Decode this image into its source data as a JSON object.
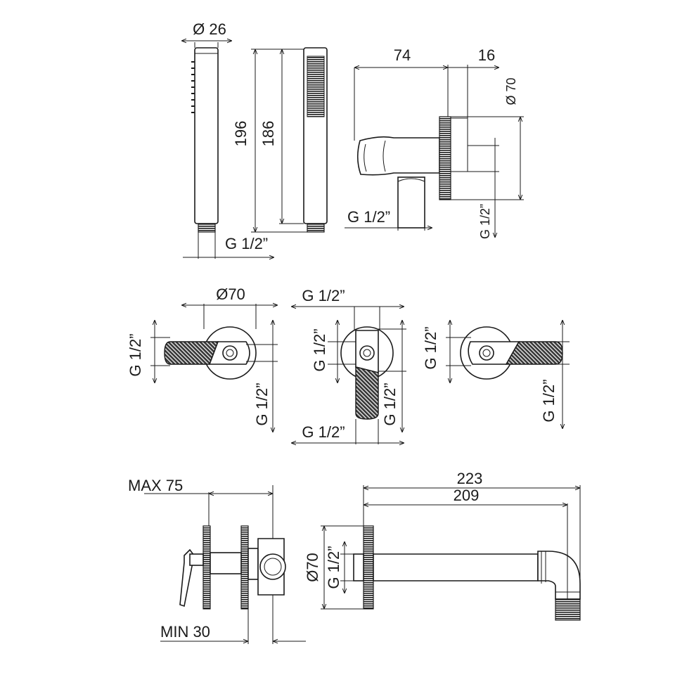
{
  "drawing": {
    "handshower": {
      "diameter": "Ø 26",
      "length_total": "196",
      "length_body": "186",
      "thread": "G 1/2”"
    },
    "holder": {
      "depth": "74",
      "flange": "16",
      "diameter": "Ø 70",
      "thread_outlet": "G 1/2”",
      "thread_wall": "G 1/2”"
    },
    "mixer_left": {
      "diameter": "Ø70",
      "thread_left": "G 1/2”",
      "thread_right": "G 1/2”"
    },
    "mixer_center": {
      "thread_top": "G 1/2”",
      "thread_left": "G 1/2”",
      "thread_bottom": "G 1/2”",
      "thread_right": "G 1/2”"
    },
    "mixer_right": {
      "thread_left": "G 1/2”",
      "thread_right": "G 1/2”"
    },
    "valve_side": {
      "max": "MAX 75",
      "min": "MIN 30"
    },
    "spout": {
      "length_total": "223",
      "length_inner": "209",
      "diameter": "Ø70",
      "thread": "G 1/2”"
    }
  }
}
